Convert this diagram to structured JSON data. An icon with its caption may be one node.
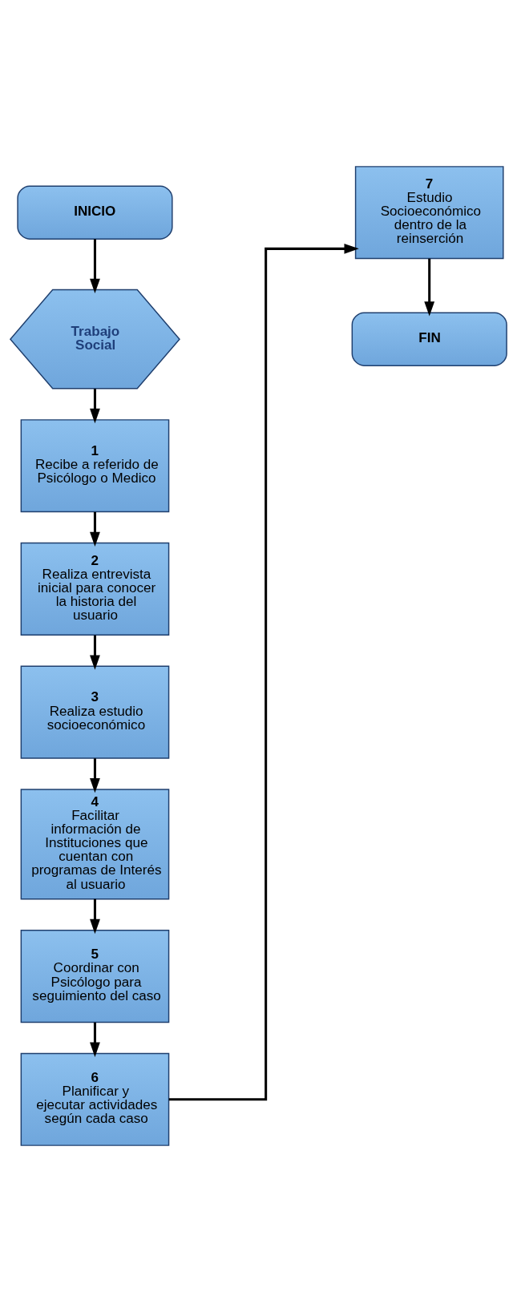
{
  "diagram": {
    "nodes": [
      {
        "text": [
          "INICIO"
        ]
      },
      {
        "text": [
          "Trabajo Social"
        ]
      },
      {
        "text": [
          "1",
          "Recibe a referido de Psicólogo o Medico"
        ]
      },
      {
        "text": [
          "2",
          "Realiza entrevista inicial para conocer la historia del usuario"
        ]
      },
      {
        "text": [
          "3",
          "Realiza estudio socioeconómico"
        ]
      },
      {
        "text": [
          "4",
          "Facilitar información de Instituciones que cuentan con programas de Interés al usuario"
        ]
      },
      {
        "text": [
          "5",
          "Coordinar con Psicólogo para seguimiento del caso"
        ]
      },
      {
        "text": [
          "6",
          "Planificar y ejecutar actividades según cada caso"
        ]
      },
      {
        "text": [
          "7",
          "Estudio Socioeconómico dentro de la reinserción"
        ]
      },
      {
        "text": [
          "FIN"
        ]
      }
    ],
    "edges": [
      {
        "from": 0,
        "to": 1,
        "arrow": "to"
      },
      {
        "from": 1,
        "to": 2,
        "arrow": "to"
      },
      {
        "from": 2,
        "to": 3,
        "arrow": "to"
      },
      {
        "from": 3,
        "to": 4,
        "arrow": "to"
      },
      {
        "from": 4,
        "to": 5,
        "arrow": "to"
      },
      {
        "from": 5,
        "to": 6,
        "arrow": "to"
      },
      {
        "from": 6,
        "to": 7,
        "arrow": "to"
      },
      {
        "from": 7,
        "to": 8,
        "arrow": "to"
      },
      {
        "from": 8,
        "to": 9,
        "arrow": "to"
      }
    ]
  }
}
